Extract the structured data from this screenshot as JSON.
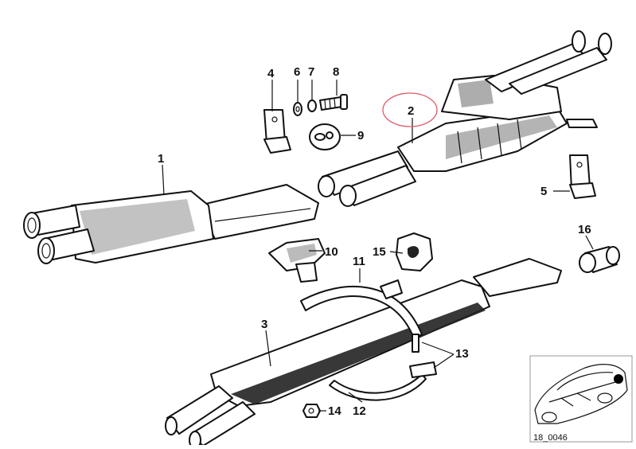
{
  "diagram": {
    "callouts": [
      {
        "id": "1",
        "label": "1"
      },
      {
        "id": "2",
        "label": "2"
      },
      {
        "id": "3",
        "label": "3"
      },
      {
        "id": "4",
        "label": "4"
      },
      {
        "id": "5",
        "label": "5"
      },
      {
        "id": "6",
        "label": "6"
      },
      {
        "id": "7",
        "label": "7"
      },
      {
        "id": "8",
        "label": "8"
      },
      {
        "id": "9",
        "label": "9"
      },
      {
        "id": "10",
        "label": "10"
      },
      {
        "id": "11",
        "label": "11"
      },
      {
        "id": "12",
        "label": "12"
      },
      {
        "id": "13",
        "label": "13"
      },
      {
        "id": "14",
        "label": "14"
      },
      {
        "id": "15",
        "label": "15"
      },
      {
        "id": "16",
        "label": "16"
      }
    ],
    "highlight": {
      "target": "2",
      "color": "#e05a6a"
    },
    "diagram_code": "18_0046",
    "colors": {
      "line": "#111111",
      "shade": "#777777",
      "background": "#ffffff"
    }
  }
}
